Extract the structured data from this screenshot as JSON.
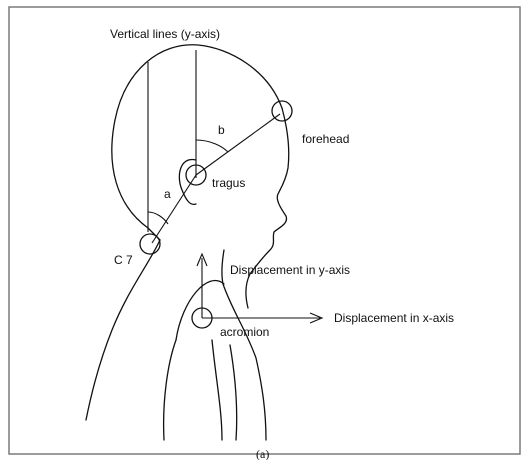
{
  "labels": {
    "vertical_lines": "Vertical lines (y-axis)",
    "forehead": "forehead",
    "b": "b",
    "a": "a",
    "tragus": "tragus",
    "c7": "C 7",
    "displacement_y": "Displacement in y-axis",
    "acromion": "acromion",
    "displacement_x": "Displacement in x-axis",
    "caption": "(a)"
  },
  "colors": {
    "line": "#111111",
    "border": "#7a7a7a",
    "background": "#ffffff"
  }
}
